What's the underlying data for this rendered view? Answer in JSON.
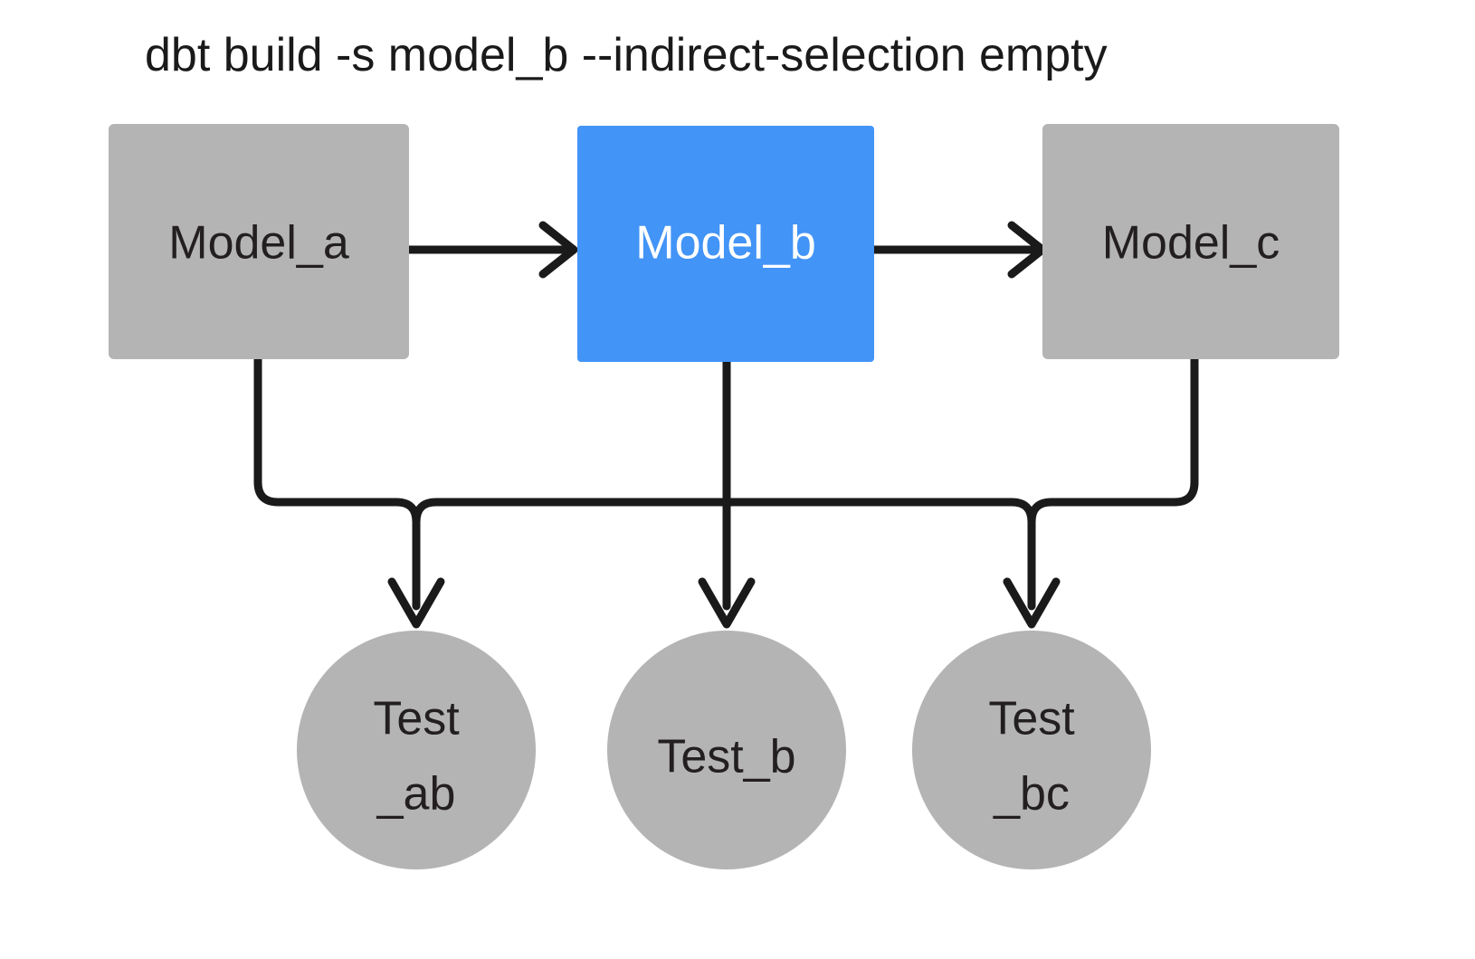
{
  "title": "dbt build -s model_b --indirect-selection empty",
  "colors": {
    "background": "#ffffff",
    "node_gray": "#b4b4b4",
    "node_selected_blue": "#4294f7",
    "edge_stroke": "#1a1a1a",
    "label_dark": "#231f20",
    "label_light": "#ffffff"
  },
  "models": [
    {
      "id": "model_a",
      "label": "Model_a",
      "state": "unselected",
      "shape": "rectangle"
    },
    {
      "id": "model_b",
      "label": "Model_b",
      "state": "selected",
      "shape": "rectangle"
    },
    {
      "id": "model_c",
      "label": "Model_c",
      "state": "unselected",
      "shape": "rectangle"
    }
  ],
  "tests": [
    {
      "id": "test_ab",
      "label_line1": "Test",
      "label_line2": "_ab",
      "state": "unselected",
      "shape": "circle"
    },
    {
      "id": "test_b",
      "label_line1": "Test_b",
      "label_line2": "",
      "state": "unselected",
      "shape": "circle"
    },
    {
      "id": "test_bc",
      "label_line1": "Test",
      "label_line2": "_bc",
      "state": "unselected",
      "shape": "circle"
    }
  ],
  "edges": [
    {
      "from": "model_a",
      "to": "model_b",
      "kind": "model-to-model"
    },
    {
      "from": "model_b",
      "to": "model_c",
      "kind": "model-to-model"
    },
    {
      "from": "model_a",
      "to": "test_ab",
      "kind": "model-to-test"
    },
    {
      "from": "model_b",
      "to": "test_ab",
      "kind": "model-to-test"
    },
    {
      "from": "model_b",
      "to": "test_b",
      "kind": "model-to-test"
    },
    {
      "from": "model_b",
      "to": "test_bc",
      "kind": "model-to-test"
    },
    {
      "from": "model_c",
      "to": "test_bc",
      "kind": "model-to-test"
    }
  ]
}
